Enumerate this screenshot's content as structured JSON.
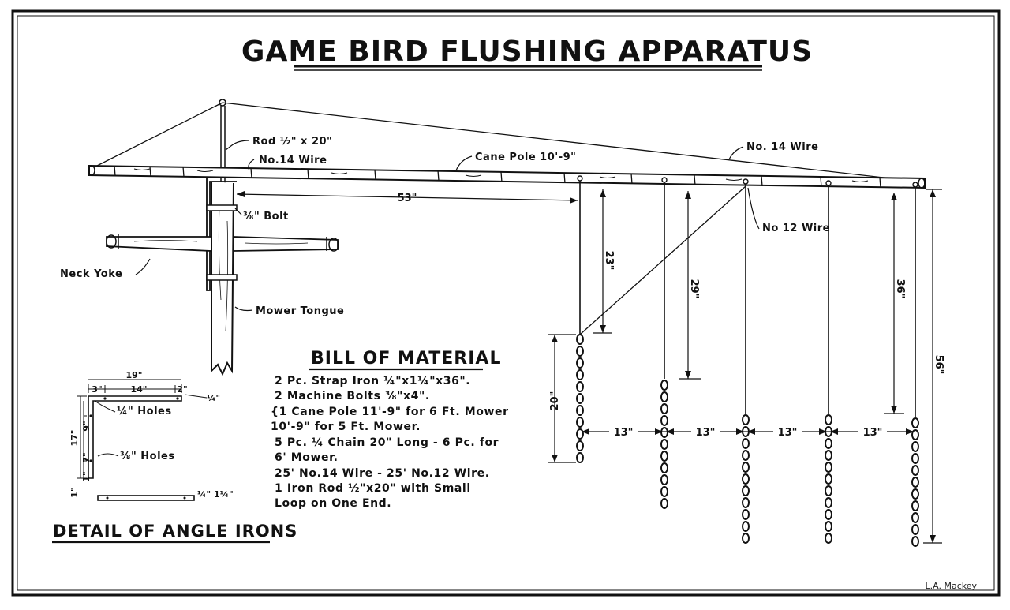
{
  "title": "GAME BIRD FLUSHING APPARATUS",
  "labels": {
    "rod": "Rod ½\" x 20\"",
    "wire14_left": "No.14 Wire",
    "cane_pole": "Cane Pole 10'-9\"",
    "wire14_right": "No. 14 Wire",
    "bolt": "⅜\" Bolt",
    "wire12": "No 12 Wire",
    "neck_yoke": "Neck Yoke",
    "mower_tongue": "Mower Tongue"
  },
  "dimensions": {
    "d53": "53\"",
    "d23": "23\"",
    "d29": "29\"",
    "d36": "36\"",
    "d56": "56\"",
    "d20": "20\"",
    "spacing": [
      "13\"",
      "13\"",
      "13\"",
      "13\""
    ]
  },
  "bill_of_material": {
    "heading": "BILL OF MATERIAL",
    "lines": [
      "2 Pc. Strap Iron ¼\"x1¼\"x36\".",
      "2 Machine Bolts ⅜\"x4\".",
      "{1 Cane Pole 11'-9\" for 6 Ft. Mower",
      " 10'-9\" for 5 Ft. Mower.",
      "5 Pc. ¼ Chain 20\" Long - 6 Pc. for",
      "6' Mower.",
      "25' No.14 Wire - 25' No.12 Wire.",
      "1 Iron Rod ½\"x20\" with Small",
      "Loop on One End."
    ]
  },
  "angle_iron_detail": {
    "heading": "DETAIL OF ANGLE IRONS",
    "d19": "19\"",
    "d3": "3\"",
    "d14": "14\"",
    "d2": "2\"",
    "d_quarter": "¼\"",
    "holes_quarter": "¼\" Holes",
    "d17": "17\"",
    "d9": "9\"",
    "d7": "7\"",
    "holes_38": "⅜\" Holes",
    "d1": "1\"",
    "d1_small": "1\"",
    "d_thick": "¼\" 1¼\""
  },
  "signature": "L.A. Mackey"
}
